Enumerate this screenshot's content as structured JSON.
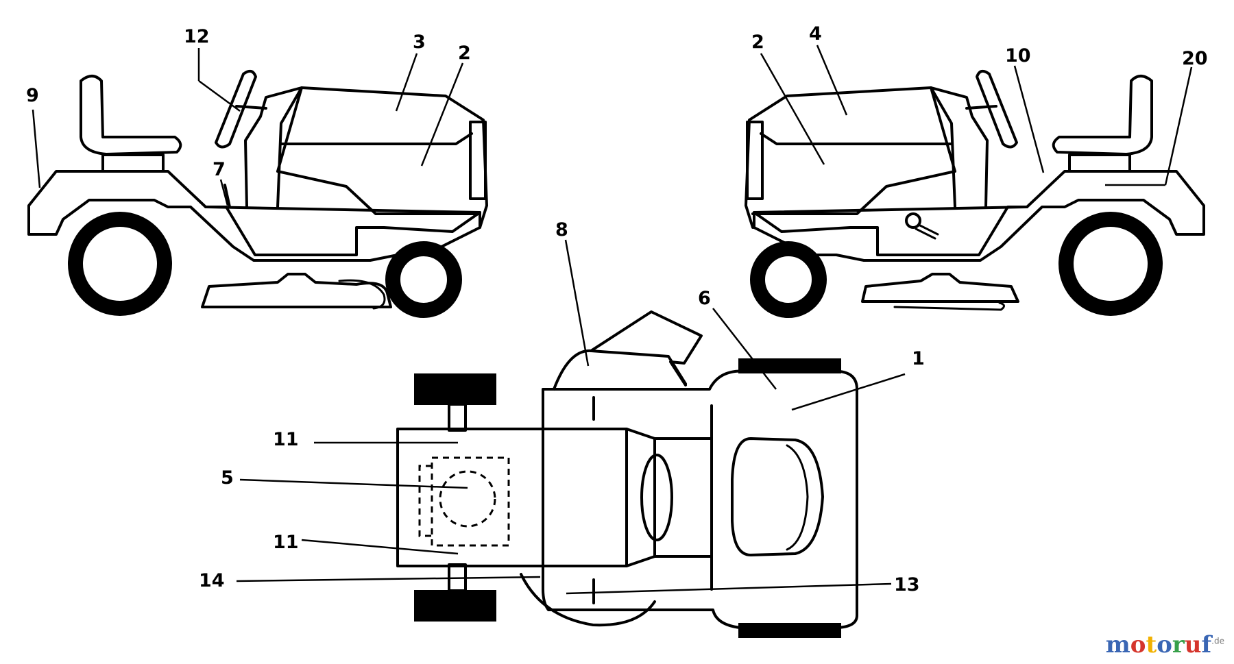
{
  "callouts": {
    "left_view": [
      "9",
      "12",
      "3",
      "2",
      "7"
    ],
    "right_view": [
      "2",
      "4",
      "10",
      "20"
    ],
    "top_view": [
      "8",
      "6",
      "1",
      "11",
      "5",
      "11",
      "14",
      "13"
    ]
  },
  "watermark": {
    "letters": [
      "m",
      "o",
      "t",
      "o",
      "r",
      "u",
      "f"
    ],
    "colors": [
      "#3a66b4",
      "#d5352c",
      "#f2b100",
      "#3a66b4",
      "#37a04a",
      "#d5352c",
      "#3a66b4"
    ],
    "suffix": ".de"
  },
  "colors": {
    "line": "#000000",
    "background": "#ffffff"
  }
}
